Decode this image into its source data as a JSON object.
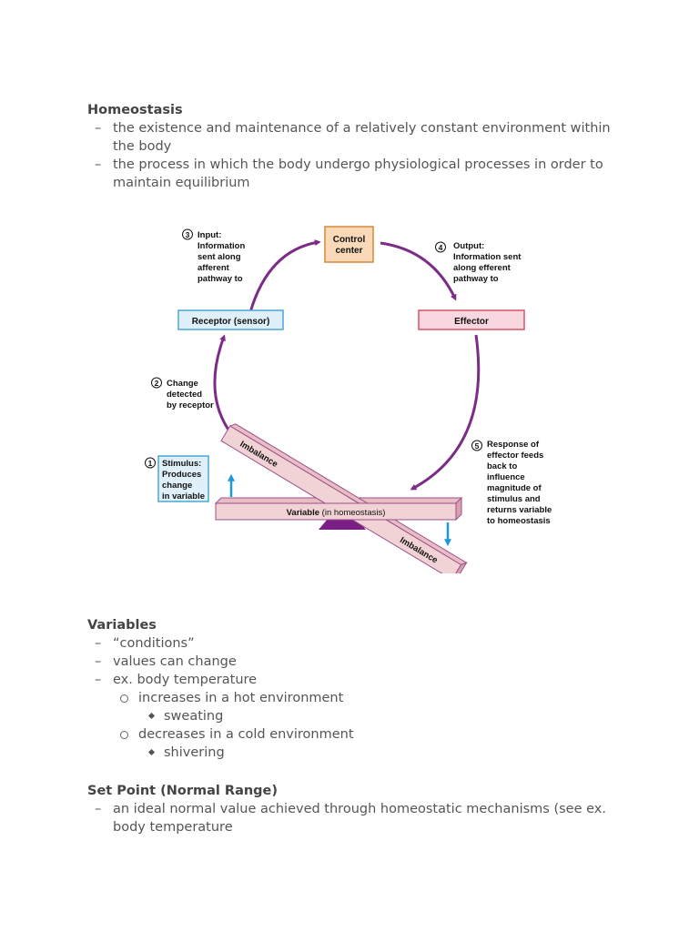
{
  "sections": {
    "homeostasis": {
      "title": "Homeostasis",
      "items": [
        "the existence and maintenance of a relatively constant environment within the body",
        "the process in which the body undergo physiological processes in order to maintain equilibrium"
      ]
    },
    "variables": {
      "title": "Variables",
      "items": [
        "“conditions”",
        "values can change",
        "ex. body temperature"
      ],
      "sub": [
        {
          "text": "increases in a hot environment",
          "detail": "sweating"
        },
        {
          "text": "decreases in a cold environment",
          "detail": "shivering"
        }
      ]
    },
    "set_point": {
      "title": "Set Point (Normal Range)",
      "items": [
        "an ideal normal value achieved through homeostatic mechanisms (see ex. body temperature"
      ]
    }
  },
  "bullets": {
    "dash": "–"
  },
  "diagram": {
    "control_center": [
      "Control",
      "center"
    ],
    "receptor": "Receptor (sensor)",
    "effector": "Effector",
    "variable_label": "Variable",
    "variable_suffix": " (in homeostasis)",
    "imbalance": "Imbalance",
    "steps": {
      "one_num": "1",
      "one": [
        "Stimulus:",
        "Produces",
        "change",
        "in variable"
      ],
      "two_num": "2",
      "two": [
        "Change",
        "detected",
        "by receptor"
      ],
      "three_num": "3",
      "three": [
        "Input:",
        "Information",
        "sent along",
        "afferent",
        "pathway to"
      ],
      "four_num": "4",
      "four": [
        "Output:",
        "Information sent",
        "along efferent",
        "pathway to"
      ],
      "five_num": "5",
      "five": [
        "Response of",
        "effector feeds",
        "back to",
        "influence",
        "magnitude of",
        "stimulus and",
        "returns variable",
        "to homeostasis"
      ]
    }
  },
  "colors": {
    "arrow": "#7b2c86",
    "control_fill": "#f9d9b8",
    "control_stroke": "#d48a3a",
    "receptor_fill": "#dff0fa",
    "receptor_stroke": "#4aa7d6",
    "effector_fill": "#f9d7de",
    "effector_stroke": "#d9546e",
    "beam_fill": "#f1d3d6",
    "beam_stroke": "#9c4f8c",
    "fulcrum": "#7a1f86",
    "cyan_arrow": "#1d9bd7"
  }
}
